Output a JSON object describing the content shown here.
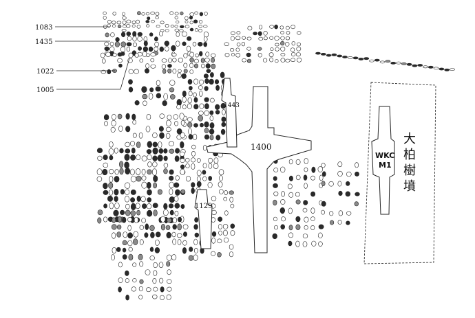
{
  "left_labels": [
    "1083",
    "1435",
    "1022",
    "1005"
  ],
  "tomb_labels": {
    "t1443": "1443",
    "t1400": "1400",
    "t1129": "1129"
  },
  "wkc": {
    "line1": "WKC",
    "line2": "M1"
  },
  "chinese_label": [
    "大",
    "柏",
    "樹",
    "墳"
  ],
  "colors": {
    "ink": "#222222",
    "fill_dark": "#2a2a2a",
    "fill_mid": "#8a8a8a",
    "paper": "#ffffff"
  }
}
